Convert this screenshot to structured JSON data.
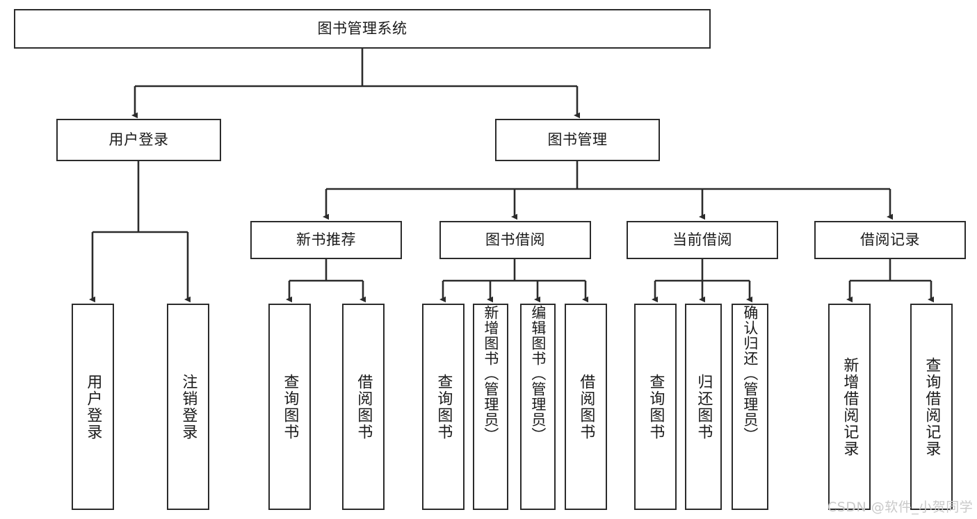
{
  "diagram": {
    "title": "图书管理系统",
    "type": "tree-hierarchy-chart",
    "background_color": "#ffffff",
    "box_border_color": "#2b2b2b",
    "text_color": "#1a1a1a"
  },
  "nodes": {
    "root": {
      "label": "图书管理系统"
    },
    "level1": [
      {
        "id": "user-login",
        "label": "用户登录"
      },
      {
        "id": "book-management",
        "label": "图书管理"
      }
    ],
    "level2": [
      {
        "id": "new-book-recommend",
        "label": "新书推荐"
      },
      {
        "id": "book-borrow",
        "label": "图书借阅"
      },
      {
        "id": "current-borrow",
        "label": "当前借阅"
      },
      {
        "id": "borrow-record",
        "label": "借阅记录"
      }
    ],
    "leaves": {
      "user_login": [
        {
          "id": "leaf-user-login",
          "label": "用户登录"
        },
        {
          "id": "leaf-logout-login",
          "label": "注销登录"
        }
      ],
      "new_book_recommend": [
        {
          "id": "leaf-query-book-1",
          "label": "查询图书"
        },
        {
          "id": "leaf-borrow-book-1",
          "label": "借阅图书"
        }
      ],
      "book_borrow": [
        {
          "id": "leaf-query-book-2",
          "label": "查询图书"
        },
        {
          "id": "leaf-add-book",
          "label": "新增图书（管理员）"
        },
        {
          "id": "leaf-edit-book",
          "label": "编辑图书（管理员）"
        },
        {
          "id": "leaf-borrow-book-2",
          "label": "借阅图书"
        }
      ],
      "current_borrow": [
        {
          "id": "leaf-query-book-3",
          "label": "查询图书"
        },
        {
          "id": "leaf-return-book",
          "label": "归还图书"
        },
        {
          "id": "leaf-confirm-return",
          "label": "确认归还（管理员）"
        }
      ],
      "borrow_record": [
        {
          "id": "leaf-add-record",
          "label": "新增借阅记录"
        },
        {
          "id": "leaf-query-record",
          "label": "查询借阅记录"
        }
      ]
    }
  },
  "watermark": {
    "text": "CSDN @软件_小贺同学"
  }
}
